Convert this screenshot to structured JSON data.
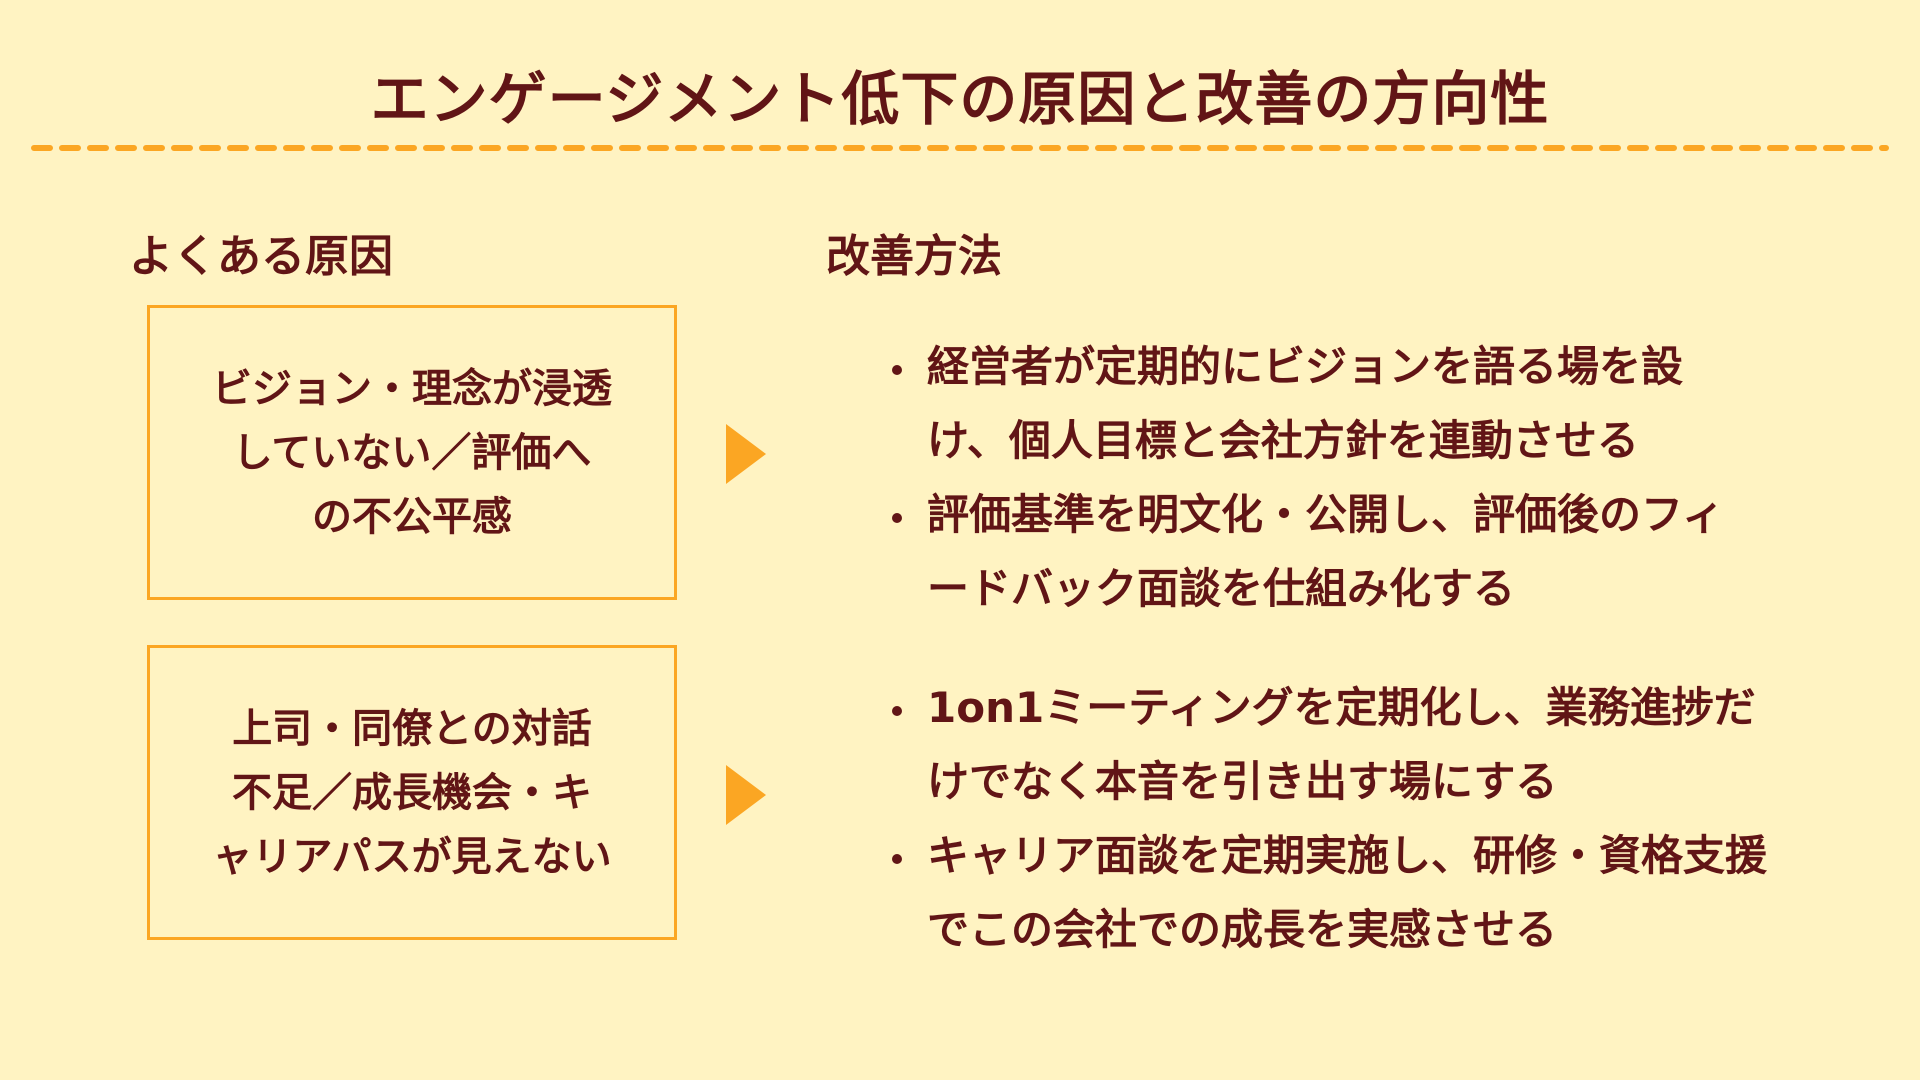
{
  "title": "エンゲージメント低下の原因と改善の方向性",
  "causes_heading": "よくある原因",
  "methods_heading": "改善方法",
  "causes": [
    {
      "lines": [
        "ビジョン・理念が浸透",
        "していない／評価へ",
        "の不公平感"
      ]
    },
    {
      "lines": [
        "上司・同僚との対話",
        "不足／成長機会・キ",
        "ャリアパスが見えない"
      ]
    }
  ],
  "methods": [
    [
      {
        "lines": [
          "経営者が定期的にビジョンを語る場を設",
          "け、個人目標と会社方針を連動させる"
        ]
      },
      {
        "lines": [
          "評価基準を明文化・公開し、評価後のフィ",
          "ードバック面談を仕組み化する"
        ]
      }
    ],
    [
      {
        "lines": [
          "1on1ミーティングを定期化し、業務進捗だ",
          "けでなく本音を引き出す場にする"
        ]
      },
      {
        "lines": [
          "キャリア面談を定期実施し、研修・資格支援",
          "でこの会社での成長を実感させる"
        ]
      }
    ]
  ],
  "colors": {
    "background": "#FFF3C2",
    "text": "#611516",
    "accent": "#FBA623"
  }
}
